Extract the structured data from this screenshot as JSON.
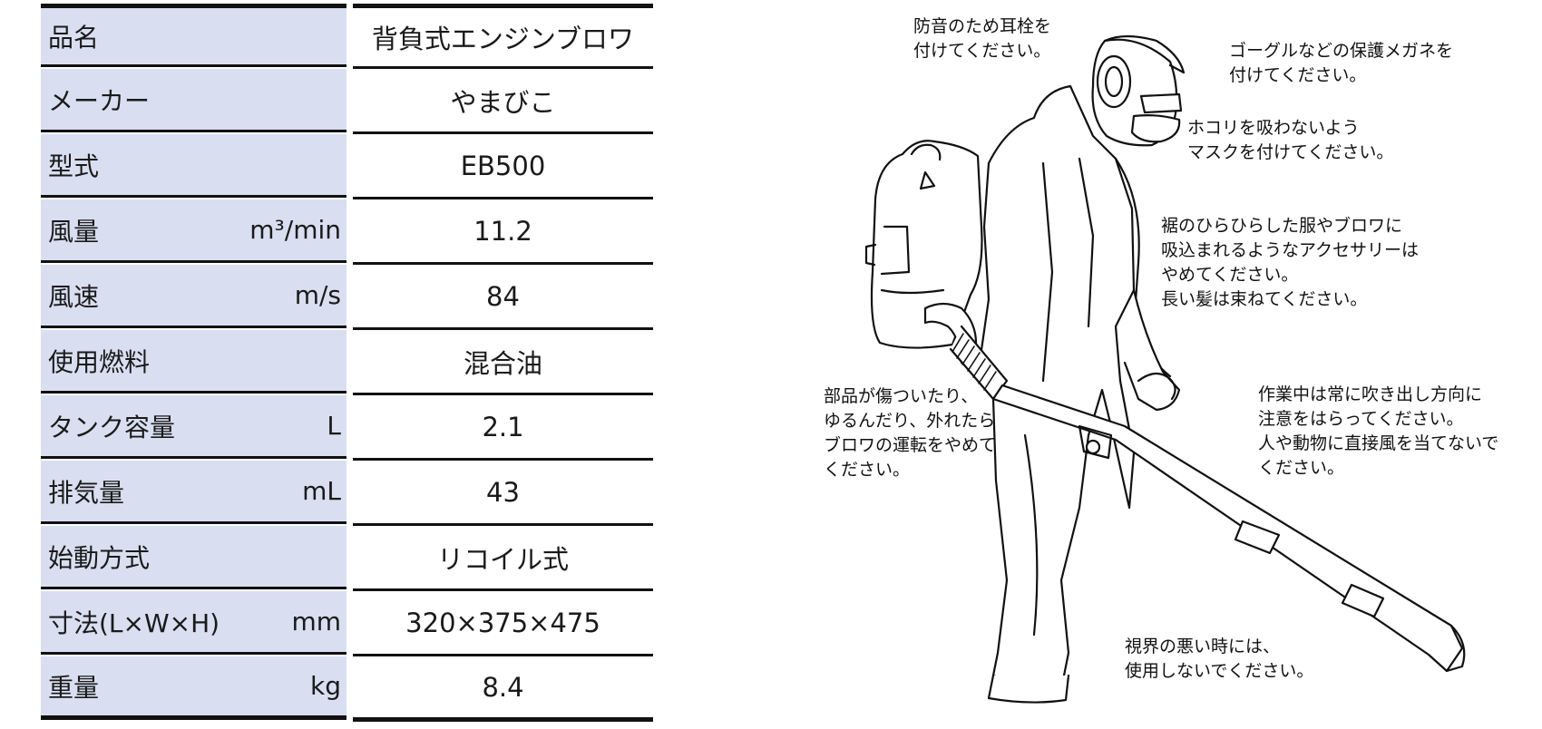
{
  "spec_rows": [
    {
      "label": "品名",
      "unit": "",
      "value": "背負式エンジンブロワ"
    },
    {
      "label": "メーカー",
      "unit": "",
      "value": "やまびこ"
    },
    {
      "label": "型式",
      "unit": "",
      "value": "EB500"
    },
    {
      "label": "風量",
      "unit": "m³/min",
      "value": "11.2"
    },
    {
      "label": "風速",
      "unit": "m/s",
      "value": "84"
    },
    {
      "label": "使用燃料",
      "unit": "",
      "value": "混合油"
    },
    {
      "label": "タンク容量",
      "unit": "L",
      "value": "2.1"
    },
    {
      "label": "排気量",
      "unit": "mL",
      "value": "43"
    },
    {
      "label": "始動方式",
      "unit": "",
      "value": "リコイル式"
    },
    {
      "label": "寸法(L×W×H)",
      "unit": "mm",
      "value": "320×375×475"
    },
    {
      "label": "重量",
      "unit": "kg",
      "value": "8.4"
    }
  ],
  "notes": {
    "earplugs": "防音のため耳栓を\n付けてください。",
    "goggles": "ゴーグルなどの保護メガネを\n付けてください。",
    "mask": "ホコリを吸わないよう\nマスクを付けてください。",
    "clothing": "裾のひらひらした服やブロワに\n吸込まれるようなアクセサリーは\nやめてください。\n長い髪は束ねてください。",
    "parts": "部品が傷ついたり、\nゆるんだり、外れたら\nブロワの運転をやめて\nください。",
    "direction": "作業中は常に吹き出し方向に\n注意をはらってください。\n人や動物に直接風を当てないで\nください。",
    "visibility": "視界の悪い時には、\n使用しないでください。"
  }
}
